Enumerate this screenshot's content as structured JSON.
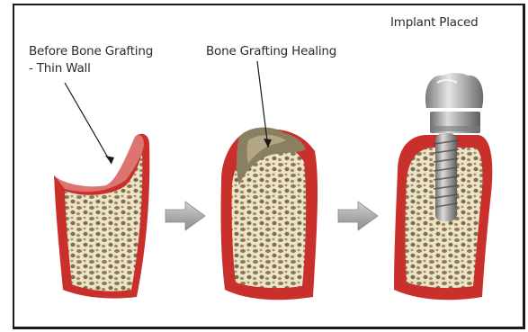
{
  "labels": {
    "before_line1": "Before Bone Grafting",
    "before_line2": "- Thin Wall",
    "healing": "Bone Grafting Healing",
    "implant": "Implant Placed"
  },
  "colors": {
    "gum": "#c9302c",
    "gum_light": "#e9a39c",
    "bone": "#ece2c6",
    "bone_pore": "#8a7a55",
    "graft": "#8b7f62",
    "arrow": "#9a9a9a",
    "implant_metal": "#8d8d8d"
  },
  "icons": [
    "arrow-right-icon",
    "implant-crown-icon",
    "implant-screw-icon"
  ]
}
